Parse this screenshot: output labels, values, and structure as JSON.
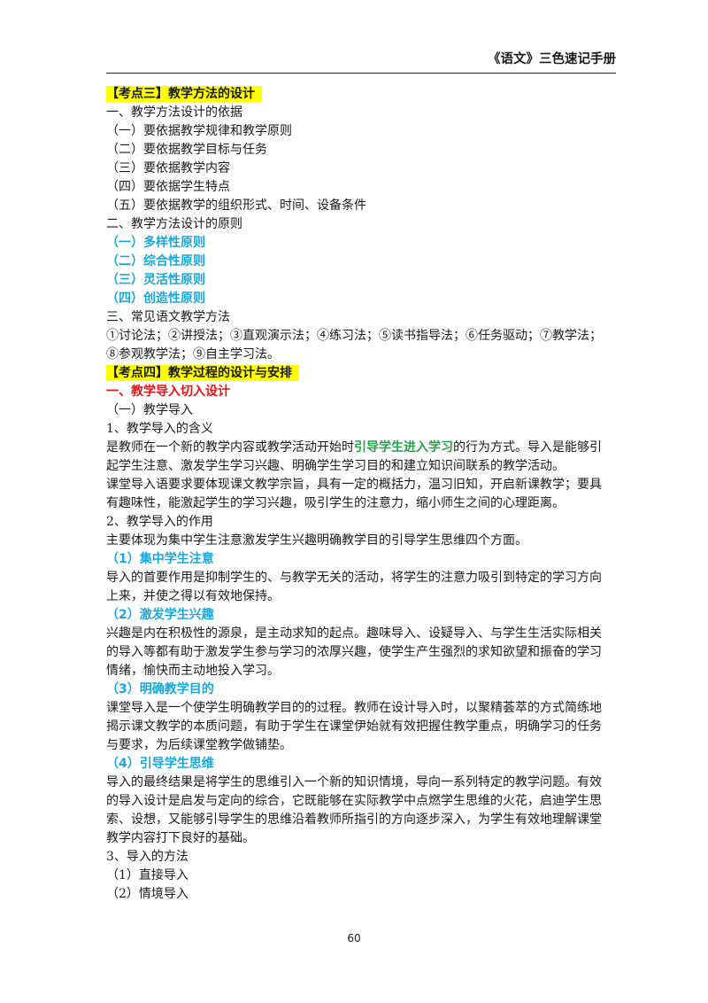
{
  "header": {
    "title": "《语文》三色速记手册"
  },
  "footer": {
    "page_number": "60"
  },
  "colors": {
    "highlight": "#ffff00",
    "blue": "#1aa7dc",
    "red": "#e8141a",
    "green": "#26a34a"
  },
  "content": {
    "l01": "【考点三】教学方法的设计",
    "l02": "一、教学方法设计的依据",
    "l03": "（一）要依据教学规律和教学原则",
    "l04": "（二）要依据教学目标与任务",
    "l05": "（三）要依据教学内容",
    "l06": "（四）要依据学生特点",
    "l07": "（五）要依据教学的组织形式、时间、设备条件",
    "l08": "二、教学方法设计的原则",
    "l09": "（一）多样性原则",
    "l10": "（二）综合性原则",
    "l11": "（三）灵活性原则",
    "l12": "（四）创造性原则",
    "l13": "三、常见语文教学方法",
    "l14": "①讨论法；②讲授法；③直观演示法；④练习法；⑤读书指导法；⑥任务驱动；⑦教学法；",
    "l15": "⑧参观教学法；⑨自主学习法。",
    "l16": "【考点四】教学过程的设计与安排",
    "l17": "一、教学导入切入设计",
    "l18": "（一）教学导入",
    "l19": "1、教学导入的含义",
    "l20a": "是教师在一个新的教学内容或教学活动开始时",
    "l20b": "引导学生进入学习",
    "l20c": "的行为方式。导入是能够引",
    "l21": "起学生注意、激发学生学习兴趣、明确学生学习目的和建立知识间联系的教学活动。",
    "l22": "课堂导入语要求要体现课文教学宗旨，具有一定的概括力，温习旧知，开启新课教学；要具",
    "l23": "有趣味性，能激起学生的学习兴趣，吸引学生的注意力，缩小师生之间的心理距离。",
    "l24": "2、教学导入的作用",
    "l25": "主要体现为集中学生注意激发学生兴趣明确教学目的引导学生思维四个方面。",
    "l26": "（1）集中学生注意",
    "l27": "导入的首要作用是抑制学生的、与教学无关的活动，将学生的注意力吸引到特定的学习方向",
    "l28": "上来，并使之得以有效地保持。",
    "l29": "（2）激发学生兴趣",
    "l30": "兴趣是内在积极性的源泉，是主动求知的起点。趣味导入、设疑导入、与学生生活实际相关",
    "l31": "的导入等都有助于激发学生参与学习的浓厚兴趣，使学生产生强烈的求知欲望和振奋的学习",
    "l32": "情绪，愉快而主动地投入学习。",
    "l33": "（3）明确教学目的",
    "l34": "课堂导入是一个使学生明确教学目的的过程。教师在设计导入时，以聚精荟萃的方式简练地",
    "l35": "揭示课文教学的本质问题，有助于学生在课堂伊始就有效把握住教学重点，明确学习的任务",
    "l36": "与要求，为后续课堂教学做铺垫。",
    "l37": "（4）引导学生思维",
    "l38": "导入的最终结果是将学生的思维引入一个新的知识情境，导向一系列特定的教学问题。有效",
    "l39": "的导入设计是启发与定向的综合，它既能够在实际教学中点燃学生思维的火花，启迪学生思",
    "l40": "索、设想，又能够引导学生的思维沿着教师所指引的方向逐步深入，为学生有效地理解课堂",
    "l41": "教学内容打下良好的基础。",
    "l42": "3、导入的方法",
    "l43": "（1）直接导入",
    "l44": "（2）情境导入"
  }
}
